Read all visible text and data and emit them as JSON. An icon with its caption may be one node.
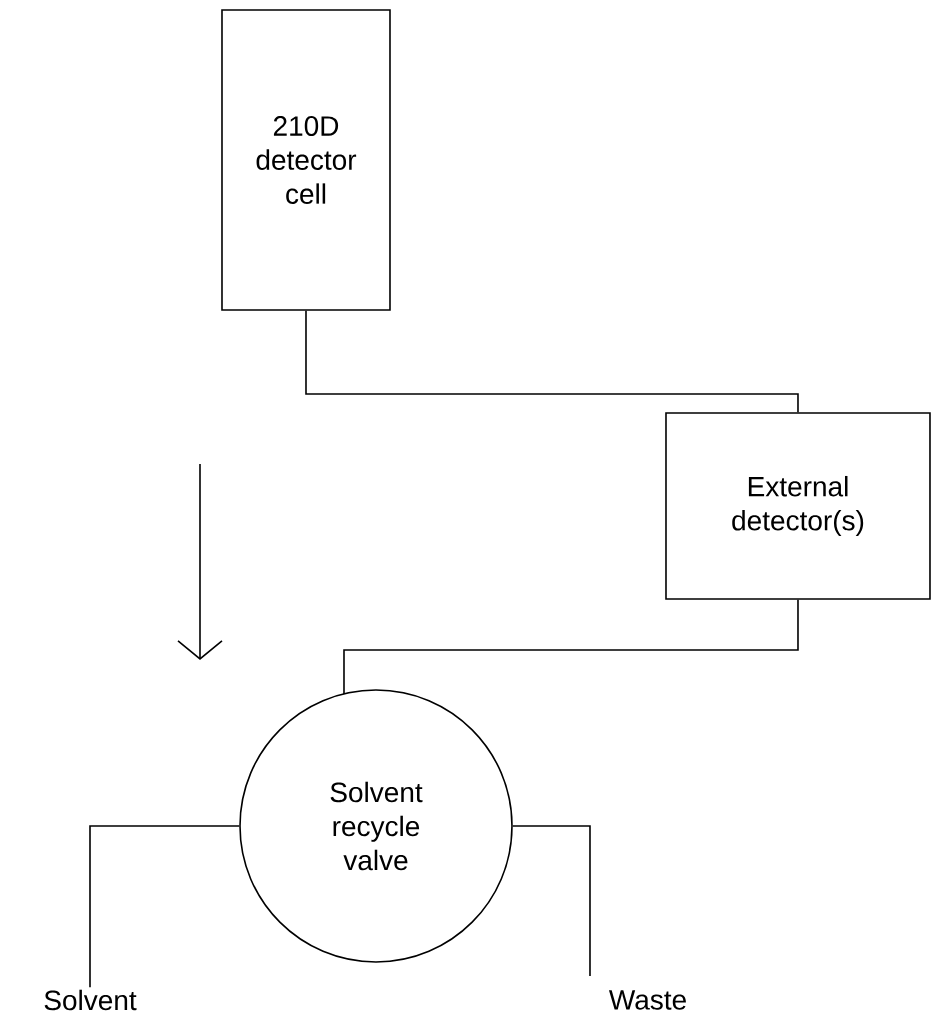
{
  "diagram": {
    "nodes": [
      {
        "text": [
          "210D detector cell"
        ]
      },
      {
        "text": [
          "External detector(s)"
        ]
      },
      {
        "text": [
          "Solvent recycle valve"
        ]
      },
      {
        "text": [
          "Solvent"
        ]
      },
      {
        "text": [
          "Waste"
        ]
      }
    ],
    "edges": [
      {
        "from": 0,
        "to": 1,
        "arrow": "none"
      },
      {
        "from": 1,
        "to": 2,
        "arrow": "none"
      },
      {
        "from": 2,
        "to": 3,
        "arrow": "none"
      },
      {
        "from": 2,
        "to": 4,
        "arrow": "none"
      }
    ]
  }
}
